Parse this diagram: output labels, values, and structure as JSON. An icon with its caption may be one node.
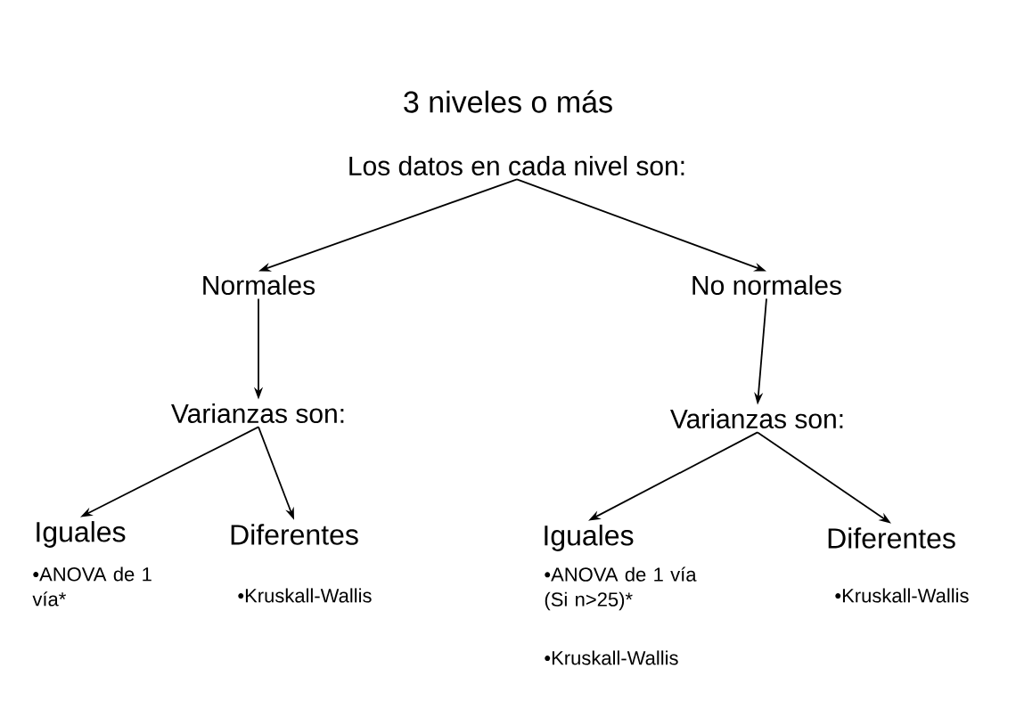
{
  "diagram": {
    "title": "3 niveles o más",
    "nodes": [
      {
        "text": [
          "Los datos en cada nivel son:"
        ]
      },
      {
        "text": [
          "Normales"
        ]
      },
      {
        "text": [
          "No normales"
        ]
      },
      {
        "text": [
          "Varianzas son:"
        ]
      },
      {
        "text": [
          "Varianzas son:"
        ]
      },
      {
        "text": [
          "Iguales"
        ],
        "beside": [
          "•ANOVA de 1 vía*"
        ]
      },
      {
        "text": [
          "Diferentes"
        ],
        "beside": [
          "•Kruskall-Wallis"
        ]
      },
      {
        "text": [
          "Iguales"
        ],
        "beside": [
          "•ANOVA de 1 vía (Si n>25)*",
          "•Kruskall-Wallis"
        ]
      },
      {
        "text": [
          "Diferentes"
        ],
        "beside": [
          "•Kruskall-Wallis"
        ]
      }
    ],
    "edges": [
      {
        "from": 0,
        "to": 1,
        "arrow": "to"
      },
      {
        "from": 0,
        "to": 2,
        "arrow": "to"
      },
      {
        "from": 1,
        "to": 3,
        "arrow": "to"
      },
      {
        "from": 2,
        "to": 4,
        "arrow": "to"
      },
      {
        "from": 3,
        "to": 5,
        "arrow": "to"
      },
      {
        "from": 3,
        "to": 6,
        "arrow": "to"
      },
      {
        "from": 4,
        "to": 7,
        "arrow": "to"
      },
      {
        "from": 4,
        "to": 8,
        "arrow": "to"
      }
    ]
  }
}
